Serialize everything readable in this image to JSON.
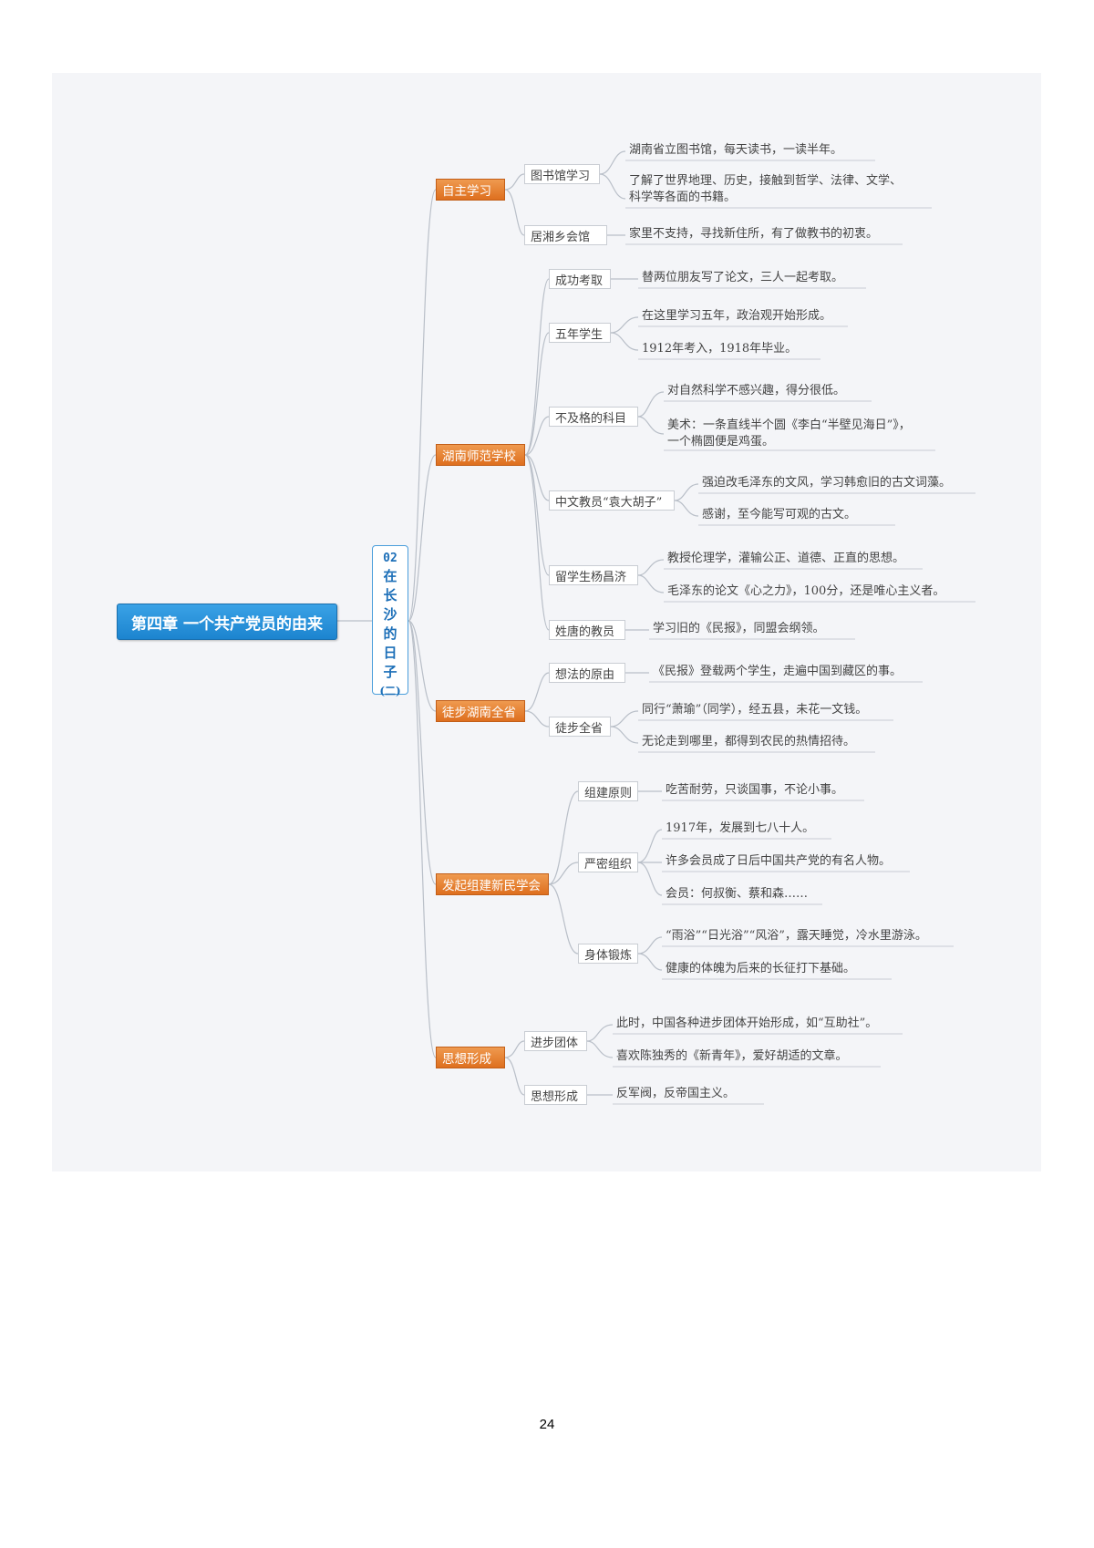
{
  "root": "第四章 一个共产党员的由来",
  "subtopic": {
    "num": "02",
    "chars": [
      "在",
      "长",
      "沙",
      "的",
      "日",
      "子",
      "(二)"
    ]
  },
  "branches": {
    "zizhu": {
      "label": "自主学习",
      "tushuguan": "图书馆学习",
      "tushuguan_leaf1": "湖南省立图书馆，每天读书，一读半年。",
      "tushuguan_leaf2a": "了解了世界地理、历史，接触到哲学、法律、文学、",
      "tushuguan_leaf2b": "科学等各面的书籍。",
      "juxiang": "居湘乡会馆",
      "juxiang_leaf": "家里不支持，寻找新住所，有了做教书的初衷。"
    },
    "shifan": {
      "label": "湖南师范学校",
      "chenggong": "成功考取",
      "chenggong_leaf": "替两位朋友写了论文，三人一起考取。",
      "wunian": "五年学生",
      "wunian_leaf1": "在这里学习五年，政治观开始形成。",
      "wunian_leaf2": "1912年考入，1918年毕业。",
      "bujige": "不及格的科目",
      "bujige_leaf1": "对自然科学不感兴趣，得分很低。",
      "bujige_leaf2a": "美术：一条直线半个圆《李白“半壁见海日”》，",
      "bujige_leaf2b": "一个椭圆便是鸡蛋。",
      "zhongwen": "中文教员“袁大胡子”",
      "zhongwen_leaf1": "强迫改毛泽东的文风，学习韩愈旧的古文词藻。",
      "zhongwen_leaf2": "感谢，至今能写可观的古文。",
      "liuxue": "留学生杨昌济",
      "liuxue_leaf1": "教授伦理学，灌输公正、道德、正直的思想。",
      "liuxue_leaf2": "毛泽东的论文《心之力》，100分，还是唯心主义者。",
      "xingtang": "姓唐的教员",
      "xingtang_leaf": "学习旧的《民报》，同盟会纲领。"
    },
    "tubu": {
      "label": "徒步湖南全省",
      "xiangfa": "想法的原由",
      "xiangfa_leaf": "《民报》登载两个学生，走遍中国到藏区的事。",
      "quansheng": "徒步全省",
      "quansheng_leaf1": "同行“萧瑜”（同学），经五县，未花一文钱。",
      "quansheng_leaf2": "无论走到哪里，都得到农民的热情招待。"
    },
    "xinmin": {
      "label": "发起组建新民学会",
      "zujian": "组建原则",
      "zujian_leaf": "吃苦耐劳，只谈国事，不论小事。",
      "yanmi": "严密组织",
      "yanmi_leaf1": "1917年，发展到七八十人。",
      "yanmi_leaf2": "许多会员成了日后中国共产党的有名人物。",
      "yanmi_leaf3": "会员：何叔衡、蔡和森……",
      "shenti": "身体锻炼",
      "shenti_leaf1": "“雨浴”“日光浴”“风浴”，露天睡觉，冷水里游泳。",
      "shenti_leaf2": "健康的体魄为后来的长征打下基础。"
    },
    "sixiang": {
      "label": "思想形成",
      "jinbu": "进步团体",
      "jinbu_leaf1": "此时，中国各种进步团体开始形成，如“互助社”。",
      "jinbu_leaf2": "喜欢陈独秀的《新青年》，爱好胡适的文章。",
      "xingcheng": "思想形成",
      "xingcheng_leaf": "反军阀，反帝国主义。"
    }
  },
  "page_number": "24",
  "colors": {
    "root": "#1c84cf",
    "category": "#de6f1f",
    "subtopic_border": "#4a9edb",
    "canvas": "#f4f5f8"
  }
}
